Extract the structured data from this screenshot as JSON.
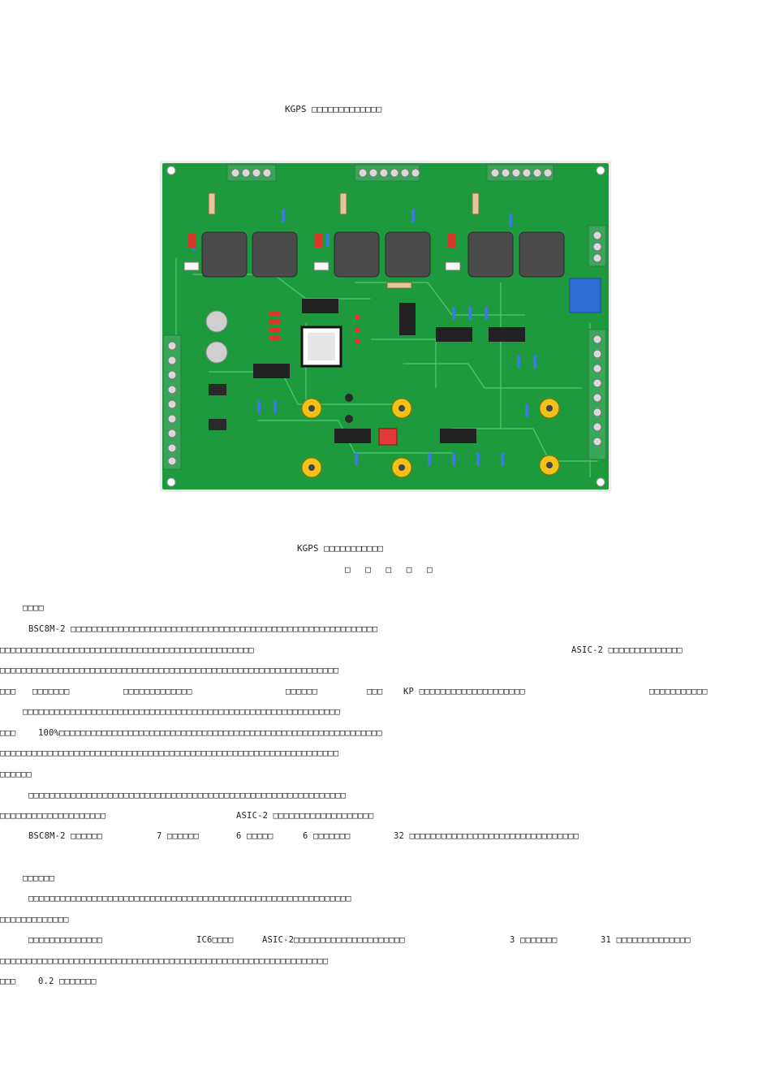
{
  "doc": {
    "title_top": "KGPS □□□□□□□□□□□□□",
    "title_main": "KGPS □□□□□□□□□□□",
    "subtitle": "□ □ □ □ □",
    "lines": [
      {
        "id": "s1",
        "segs": [
          "□□□□"
        ]
      },
      {
        "id": "l1",
        "segs": [
          "BSC8M-2 □□□□□□□□□□□□□□□□□□□□□□□□□□□□□□□□□□□□□□□□□□□□□□□□□□□□□□□□□□"
        ]
      },
      {
        "id": "l2",
        "segs": [
          "□□□□□□□□□□□□□□□□□□□□□□□□□□□□□□□□□□□□□□□□□□□□□□□□",
          "ASIC-2 □□□□□□□□□□□□□□"
        ]
      },
      {
        "id": "l3",
        "segs": [
          "□□□□□□□□□□□□□□□□□□□□□□□□□□□□□□□□□□□□□□□□□□□□□□□□□□□□□□□□□□□□□□□□"
        ]
      },
      {
        "id": "l4",
        "segs": [
          "□□□",
          "□□□□□□□",
          "□□□□□□□□□□□□□",
          "□□□□□□",
          "□□□",
          "KP □□□□□□□□□□□□□□□□□□□□",
          "□□□□□□□□□□□"
        ]
      },
      {
        "id": "l5",
        "segs": [
          "□□□□□□□□□□□□□□□□□□□□□□□□□□□□□□□□□□□□□□□□□□□□□□□□□□□□□□□□□□□□"
        ]
      },
      {
        "id": "l6",
        "segs": [
          "□□□",
          "100%□□□□□□□□□□□□□□□□□□□□□□□□□□□□□□□□□□□□□□□□□□□□□□□□□□□□□□□□□□□□□"
        ]
      },
      {
        "id": "l7",
        "segs": [
          "□□□□□□□□□□□□□□□□□□□□□□□□□□□□□□□□□□□□□□□□□□□□□□□□□□□□□□□□□□□□□□□□"
        ]
      },
      {
        "id": "l8",
        "segs": [
          "□□□□□□"
        ]
      },
      {
        "id": "l9",
        "segs": [
          "□□□□□□□□□□□□□□□□□□□□□□□□□□□□□□□□□□□□□□□□□□□□□□□□□□□□□□□□□□□□"
        ]
      },
      {
        "id": "l10",
        "segs": [
          "□□□□□□□□□□□□□□□□□□□□",
          "ASIC-2 □□□□□□□□□□□□□□□□□□□"
        ]
      },
      {
        "id": "l11",
        "segs": [
          "BSC8M-2 □□□□□□",
          "7 □□□□□□",
          "6 □□□□□",
          "6 □□□□□□□",
          "32 □□□□□□□□□□□□□□□□□□□□□□□□□□□□□□□□"
        ]
      },
      {
        "id": "s2",
        "segs": [
          "□□□□□□"
        ]
      },
      {
        "id": "l12",
        "segs": [
          "□□□□□□□□□□□□□□□□□□□□□□□□□□□□□□□□□□□□□□□□□□□□□□□□□□□□□□□□□□□□□"
        ]
      },
      {
        "id": "l13",
        "segs": [
          "□□□□□□□□□□□□□"
        ]
      },
      {
        "id": "l14",
        "segs": [
          "□□□□□□□□□□□□□□",
          "IC6□□□□",
          "ASIC-2□□□□□□□□□□□□□□□□□□□□□",
          "3 □□□□□□□",
          "31 □□□□□□□□□□□□□□"
        ]
      },
      {
        "id": "l15",
        "segs": [
          "□□□□□□□□□□□□□□□□□□□□□□□□□□□□□□□□□□□□□□□□□□□□□□□□□□□□□□□□□□□□□□"
        ]
      },
      {
        "id": "l16",
        "segs": [
          "□□□",
          "0.2 □□□□□□□"
        ]
      }
    ]
  },
  "figure": {
    "description_colors": {
      "board": "#1f9a3e",
      "board_dark": "#137a2c",
      "trace": "#5fd07a",
      "connector": "#3aa858",
      "transformer": "#4a4a4a"
    }
  }
}
